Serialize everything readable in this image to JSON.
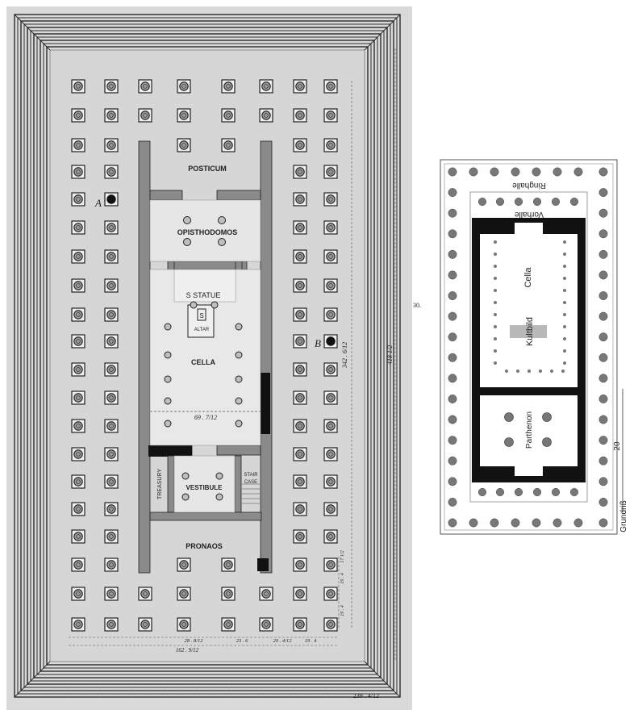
{
  "left_plan": {
    "labels": {
      "posticum": "POSTICUM",
      "opisthodomos": "OPISTHODOMOS",
      "statue": "S STATUE",
      "altar_mark": "S",
      "altar": "ALTAR",
      "cella": "CELLA",
      "treasury": "TREASURY",
      "vestibule": "VESTIBULE",
      "staircase_1": "STAIR",
      "staircase_2": "CASE",
      "pronaos": "PRONAOS",
      "column_a": "A",
      "column_b": "B"
    },
    "dimensions": {
      "cella_width": "69 . 7/12",
      "total_width": "239 . 4/12",
      "inner_width": "162 . 9/12",
      "length_inner": "342 . 6/12",
      "length_total": "418 1/2",
      "side_mark": "30.",
      "bay_1": "28 . 8/12",
      "bay_2": "23 . 6",
      "bay_3": "20 . 4/12",
      "bay_4": "19 . 4",
      "side_bay_1": "17 1/2",
      "side_bay_2": "19 . 4",
      "side_bay_3": "19 . 4"
    }
  },
  "right_plan": {
    "labels": {
      "ringhalle": "Ringhalle",
      "vorhalle": "Vorhalle",
      "cella": "Cella",
      "kultbild": "Kultbild",
      "parthenon": "Parthenon",
      "scale": "20",
      "grundriss": "Grundriß"
    }
  },
  "colors": {
    "paper": "#dcdcdc",
    "ink": "#1a1a1a",
    "column_gray": "#777777",
    "kultbild_gray": "#b9b9b9"
  }
}
